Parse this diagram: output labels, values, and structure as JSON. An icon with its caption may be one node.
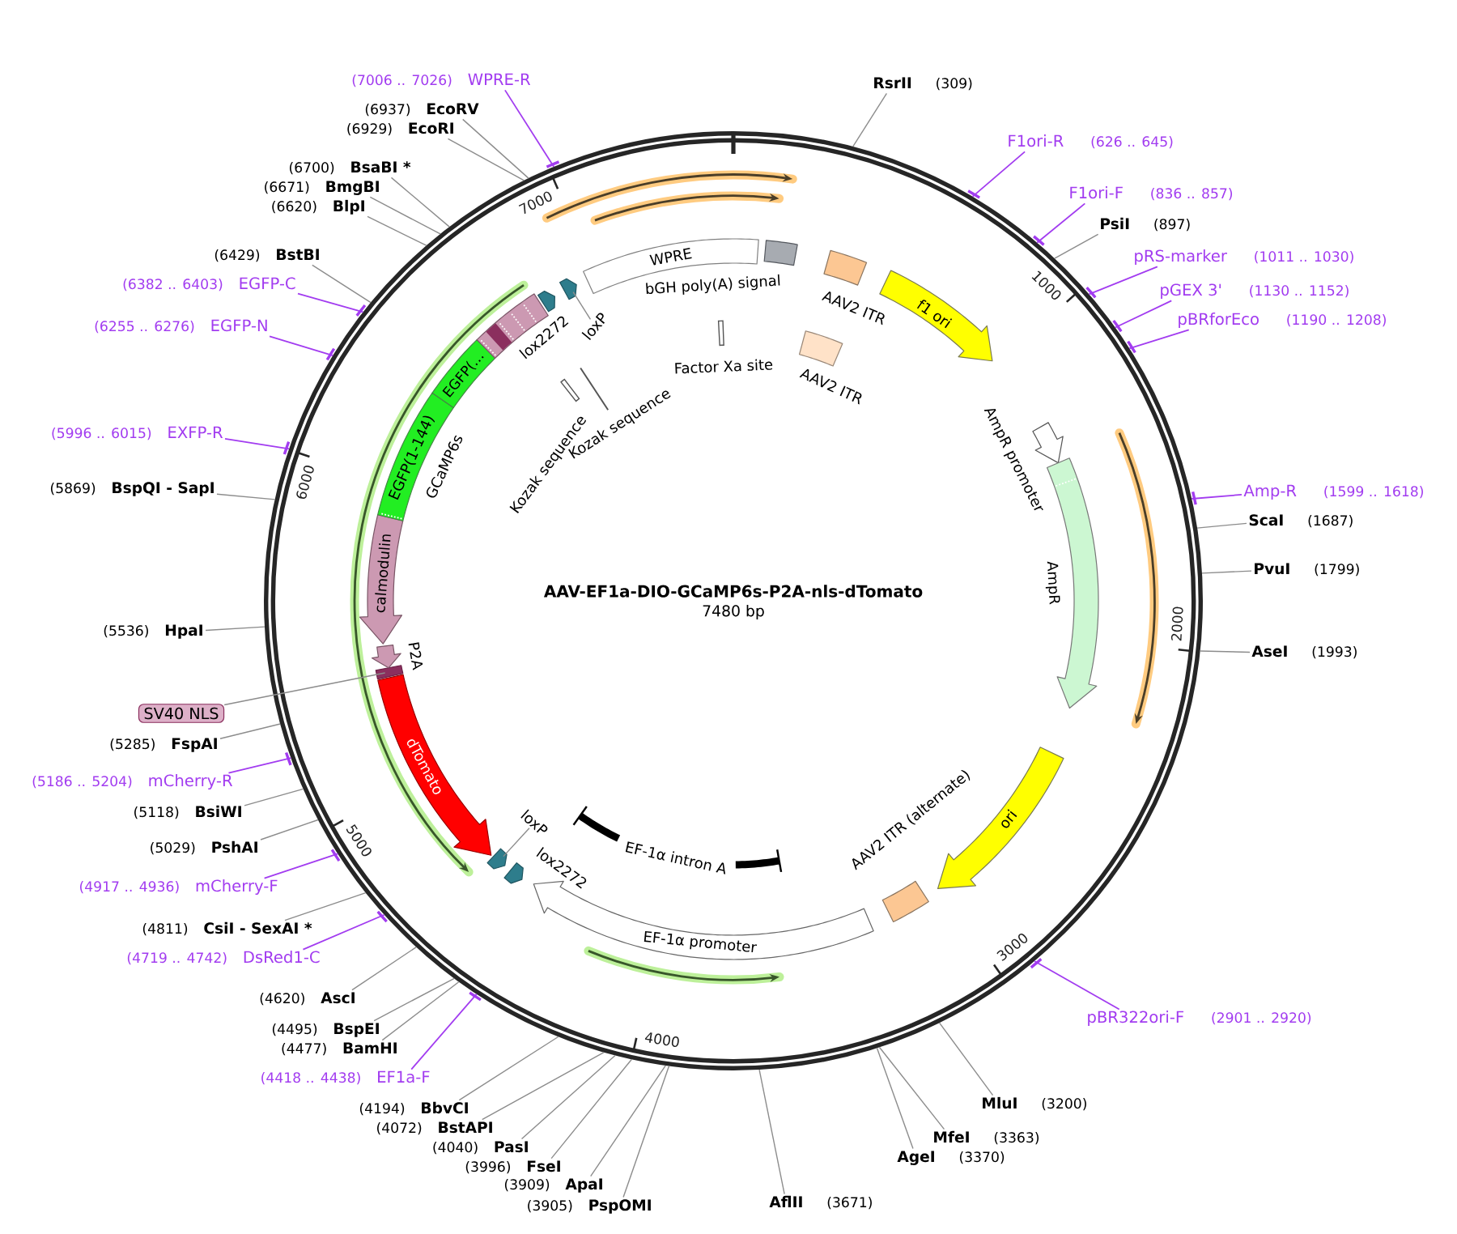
{
  "diagram": {
    "title": "AAV-EF1a-DIO-GCaMP6s-P2A-nls-dTomato",
    "nodes": [
      {
        "text": [],
        "shape": "circle"
      },
      {
        "text": [
          "WPRE"
        ],
        "in": 0
      },
      {
        "text": [
          "bGH poly(A) signal"
        ],
        "in": 0
      },
      {
        "text": [
          "AAV2 ITR"
        ],
        "in": 0
      },
      {
        "text": [
          "f1 ori"
        ],
        "in": 0
      },
      {
        "text": [
          "Factor Xa site"
        ],
        "in": 0
      },
      {
        "text": [
          "AAV2 ITR"
        ],
        "in": 0
      },
      {
        "text": [
          "AmpR promoter"
        ],
        "in": 0
      },
      {
        "text": [
          "AmpR"
        ],
        "in": 0
      },
      {
        "text": [
          "ori"
        ],
        "in": 0
      },
      {
        "text": [
          "AAV2 ITR (alternate)"
        ],
        "in": 0
      },
      {
        "text": [
          "EF-1α intron A"
        ],
        "in": 0
      },
      {
        "text": [
          "EF-1α promoter"
        ],
        "in": 0
      },
      {
        "text": [
          "lox2272"
        ],
        "in": 0
      },
      {
        "text": [],
        "shape": "arrow",
        "in": 0
      },
      {
        "text": [
          "loxP"
        ],
        "in": 0
      },
      {
        "text": [
          "dTomato"
        ],
        "in": 0
      },
      {
        "text": [],
        "shape": "bar",
        "in": 0
      },
      {
        "text": [
          "P2A"
        ],
        "in": 0
      },
      {
        "text": [
          "calmodulin"
        ],
        "in": 0
      },
      {
        "text": [
          "EGFP(1-144)"
        ],
        "in": 0
      },
      {
        "text": [
          "EGFP(…"
        ],
        "in": 0
      },
      {
        "text": [],
        "shape": "box",
        "in": 0
      },
      {
        "text": [
          "lox2272"
        ],
        "in": 0
      },
      {
        "text": [],
        "shape": "arrow",
        "in": 0
      },
      {
        "text": [
          "loxP"
        ],
        "in": 0
      },
      {
        "text": [
          "Kozak sequence"
        ],
        "in": 0
      },
      {
        "text": [
          "Kozak sequence"
        ],
        "in": 0
      },
      {
        "text": [
          "RsrII",
          "(309)"
        ]
      },
      {
        "text": [
          "F1ori-R",
          "(626 .. 645)"
        ]
      },
      {
        "text": [
          "F1ori-F",
          "(836 .. 857)"
        ]
      },
      {
        "text": [
          "PsiI",
          "(897)"
        ]
      },
      {
        "text": [
          "pRS-marker",
          "(1011 .. 1030)"
        ]
      },
      {
        "text": [
          "pGEX 3'",
          "(1130 .. 1152)"
        ]
      },
      {
        "text": [
          "pBRforEco",
          "(1190 .. 1208)"
        ]
      },
      {
        "text": [
          "Amp-R",
          "(1599 .. 1618)"
        ]
      },
      {
        "text": [
          "ScaI",
          "(1687)"
        ]
      },
      {
        "text": [
          "PvuI",
          "(1799)"
        ]
      },
      {
        "text": [
          "AseI",
          "(1993)"
        ]
      },
      {
        "text": [
          "pBR322ori-F",
          "(2901 .. 2920)"
        ]
      },
      {
        "text": [
          "MluI",
          "(3200)"
        ]
      },
      {
        "text": [
          "MfeI",
          "(3363)"
        ]
      },
      {
        "text": [
          "AgeI",
          "(3370)"
        ]
      },
      {
        "text": [
          "AflII",
          "(3671)"
        ]
      },
      {
        "text": [
          "(3905)",
          "PspOMI"
        ]
      },
      {
        "text": [
          "(3909)",
          "ApaI"
        ]
      },
      {
        "text": [
          "(3996)",
          "FseI"
        ]
      },
      {
        "text": [
          "(4040)",
          "PasI"
        ]
      },
      {
        "text": [
          "(4072)",
          "BstAPI"
        ]
      },
      {
        "text": [
          "(4194)",
          "BbvCI"
        ]
      },
      {
        "text": [
          "(4418 .. 4438)",
          "EF1a-F"
        ]
      },
      {
        "text": [
          "(4477)",
          "BamHI"
        ]
      },
      {
        "text": [
          "(4495)",
          "BspEI"
        ]
      },
      {
        "text": [
          "(4620)",
          "AscI"
        ]
      },
      {
        "text": [
          "(4719 .. 4742)",
          "DsRed1-C"
        ]
      },
      {
        "text": [
          "(4811)",
          "CsiI - SexAI *"
        ]
      },
      {
        "text": [
          "(4917 .. 4936)",
          "mCherry-F"
        ]
      },
      {
        "text": [
          "(5029)",
          "PshAI"
        ]
      },
      {
        "text": [
          "(5118)",
          "BsiWI"
        ]
      },
      {
        "text": [
          "(5186 .. 5204)",
          "mCherry-R"
        ]
      },
      {
        "text": [
          "(5285)",
          "FspAI"
        ]
      },
      {
        "text": [
          "SV40 NLS"
        ]
      },
      {
        "text": [
          "(5536)",
          "HpaI"
        ]
      },
      {
        "text": [
          "(5869)",
          "BspQI - SapI"
        ]
      },
      {
        "text": [
          "(5996 .. 6015)",
          "EXFP-R"
        ]
      },
      {
        "text": [
          "(6255 .. 6276)",
          "EGFP-N"
        ]
      },
      {
        "text": [
          "(6382 .. 6403)",
          "EGFP-C"
        ]
      },
      {
        "text": [
          "(6429)",
          "BstBI"
        ]
      },
      {
        "text": [
          "(6620)",
          "BlpI"
        ]
      },
      {
        "text": [
          "(6671)",
          "BmgBI"
        ]
      },
      {
        "text": [
          "(6700)",
          "BsaBI *"
        ]
      },
      {
        "text": [
          "(6929)",
          "EcoRI"
        ]
      },
      {
        "text": [
          "(6937)",
          "EcoRV"
        ]
      },
      {
        "text": [
          "(7006 .. 7026)",
          "WPRE-R"
        ]
      }
    ],
    "edges": [
      {
        "from": 15,
        "to": 14,
        "arrow": "none"
      },
      {
        "from": 25,
        "to": 24,
        "arrow": "none"
      },
      {
        "from": 28,
        "to": 0,
        "arrow": "none"
      },
      {
        "from": 29,
        "to": 0,
        "arrow": "none",
        "color": "#a23cf0"
      },
      {
        "from": 30,
        "to": 0,
        "arrow": "none",
        "color": "#a23cf0"
      },
      {
        "from": 31,
        "to": 0,
        "arrow": "none"
      },
      {
        "from": 32,
        "to": 0,
        "arrow": "none",
        "color": "#a23cf0"
      },
      {
        "from": 33,
        "to": 0,
        "arrow": "none",
        "color": "#a23cf0"
      },
      {
        "from": 34,
        "to": 0,
        "arrow": "none",
        "color": "#a23cf0"
      },
      {
        "from": 35,
        "to": 0,
        "arrow": "none",
        "color": "#a23cf0"
      },
      {
        "from": 36,
        "to": 0,
        "arrow": "none"
      },
      {
        "from": 37,
        "to": 0,
        "arrow": "none"
      },
      {
        "from": 38,
        "to": 0,
        "arrow": "none"
      },
      {
        "from": 39,
        "to": 0,
        "arrow": "none",
        "color": "#a23cf0"
      },
      {
        "from": 40,
        "to": 0,
        "arrow": "none"
      },
      {
        "from": 41,
        "to": 0,
        "arrow": "none"
      },
      {
        "from": 42,
        "to": 0,
        "arrow": "none"
      },
      {
        "from": 43,
        "to": 0,
        "arrow": "none"
      },
      {
        "from": 44,
        "to": 0,
        "arrow": "none"
      },
      {
        "from": 45,
        "to": 0,
        "arrow": "none"
      },
      {
        "from": 46,
        "to": 0,
        "arrow": "none"
      },
      {
        "from": 47,
        "to": 0,
        "arrow": "none"
      },
      {
        "from": 48,
        "to": 0,
        "arrow": "none"
      },
      {
        "from": 49,
        "to": 0,
        "arrow": "none"
      },
      {
        "from": 50,
        "to": 0,
        "arrow": "none",
        "color": "#a23cf0"
      },
      {
        "from": 51,
        "to": 0,
        "arrow": "none"
      },
      {
        "from": 52,
        "to": 0,
        "arrow": "none"
      },
      {
        "from": 53,
        "to": 0,
        "arrow": "none"
      },
      {
        "from": 54,
        "to": 0,
        "arrow": "none",
        "color": "#a23cf0"
      },
      {
        "from": 55,
        "to": 0,
        "arrow": "none"
      },
      {
        "from": 56,
        "to": 0,
        "arrow": "none",
        "color": "#a23cf0"
      },
      {
        "from": 57,
        "to": 0,
        "arrow": "none"
      },
      {
        "from": 58,
        "to": 0,
        "arrow": "none"
      },
      {
        "from": 59,
        "to": 0,
        "arrow": "none",
        "color": "#a23cf0"
      },
      {
        "from": 60,
        "to": 0,
        "arrow": "none"
      },
      {
        "from": 61,
        "to": 17,
        "arrow": "none"
      },
      {
        "from": 62,
        "to": 0,
        "arrow": "none"
      },
      {
        "from": 63,
        "to": 0,
        "arrow": "none"
      },
      {
        "from": 64,
        "to": 0,
        "arrow": "none",
        "color": "#a23cf0"
      },
      {
        "from": 65,
        "to": 0,
        "arrow": "none",
        "color": "#a23cf0"
      },
      {
        "from": 66,
        "to": 0,
        "arrow": "none",
        "color": "#a23cf0"
      },
      {
        "from": 67,
        "to": 0,
        "arrow": "none"
      },
      {
        "from": 68,
        "to": 0,
        "arrow": "none"
      },
      {
        "from": 69,
        "to": 0,
        "arrow": "none"
      },
      {
        "from": 70,
        "to": 0,
        "arrow": "none"
      },
      {
        "from": 71,
        "to": 0,
        "arrow": "none"
      },
      {
        "from": 72,
        "to": 0,
        "arrow": "none"
      },
      {
        "from": 73,
        "to": 0,
        "arrow": "none",
        "color": "#a23cf0"
      }
    ],
    "labels": [
      "7480 bp",
      "1000",
      "2000",
      "3000",
      "4000",
      "5000",
      "6000",
      "7000",
      "GCaMP6s"
    ]
  }
}
